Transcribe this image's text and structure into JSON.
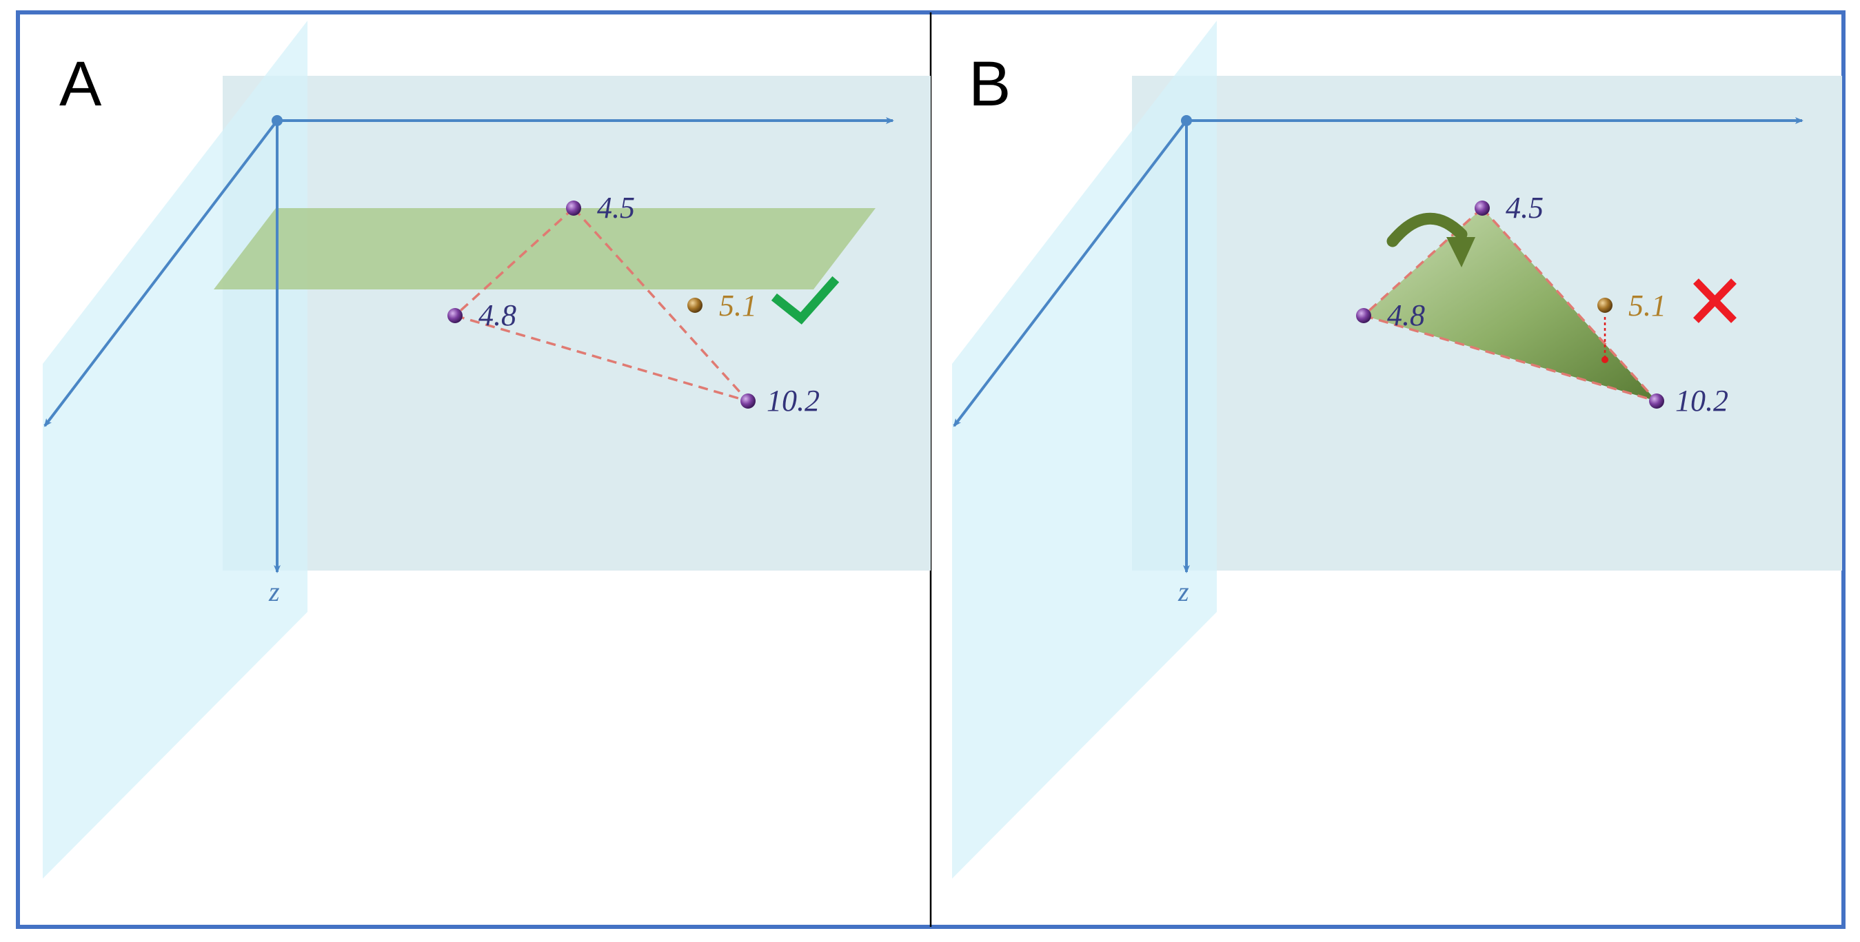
{
  "panels": [
    {
      "letter": "A",
      "axis_label": "z",
      "points": [
        {
          "label": "4.5",
          "type": "neighbor"
        },
        {
          "label": "4.8",
          "type": "neighbor"
        },
        {
          "label": "10.2",
          "type": "neighbor"
        },
        {
          "label": "5.1",
          "type": "query"
        }
      ],
      "verdict": "check",
      "verdict_color": "#1aa64a"
    },
    {
      "letter": "B",
      "axis_label": "z",
      "points": [
        {
          "label": "4.5",
          "type": "neighbor"
        },
        {
          "label": "4.8",
          "type": "neighbor"
        },
        {
          "label": "10.2",
          "type": "neighbor"
        },
        {
          "label": "5.1",
          "type": "query"
        }
      ],
      "verdict": "cross",
      "verdict_color": "#ee1c24"
    }
  ],
  "colors": {
    "frame": "#4472c4",
    "axis": "#4a86c5",
    "back_plane": "#dcebef",
    "side_plane": "#ddf3fa",
    "horizontal_plane": "#a9c98a",
    "neighbor_point": "#7b3fa0",
    "query_point": "#a8772a",
    "dashed_edge": "#e07a72"
  }
}
